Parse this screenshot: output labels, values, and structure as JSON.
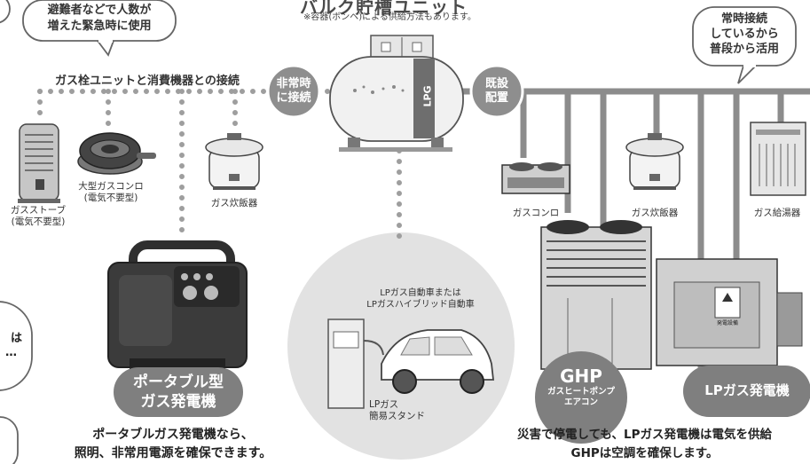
{
  "header": {
    "title": "バルク貯槽ユニット",
    "note": "※容器(ボンベ)による供給方法もあります。"
  },
  "callouts": {
    "emergency": [
      "避難者などで人数が",
      "増えた緊急時に使用"
    ],
    "always": [
      "常時接続",
      "しているから",
      "普段から活用"
    ],
    "left_partial_1": "は",
    "left_partial_2": "…"
  },
  "connection_label": "ガス栓ユニットと消費機器との接続",
  "modes": {
    "emergency": [
      "非常時",
      "に接続"
    ],
    "existing": [
      "既設",
      "配置"
    ]
  },
  "tank_label": "LPG",
  "appliances_left": [
    {
      "label": [
        "ガスストーブ",
        "(電気不要型)"
      ],
      "icon": "gas-heater-icon"
    },
    {
      "label": [
        "大型ガスコンロ",
        "(電気不要型)"
      ],
      "icon": "large-gas-burner-icon"
    },
    {
      "label": [
        "ガス炊飯器"
      ],
      "icon": "rice-cooker-icon"
    }
  ],
  "appliances_right": [
    {
      "label": [
        "ガスコンロ"
      ],
      "icon": "gas-stove-icon"
    },
    {
      "label": [
        "ガス炊飯器"
      ],
      "icon": "rice-cooker-icon"
    },
    {
      "label": [
        "ガス給湯器"
      ],
      "icon": "water-heater-icon"
    }
  ],
  "car_station": {
    "car_label": [
      "LPガス自動車または",
      "LPガスハイブリッド自動車"
    ],
    "stand_label": [
      "LPガス",
      "簡易スタンド"
    ]
  },
  "portable_generator": {
    "badge": [
      "ポータブル型",
      "ガス発電機"
    ],
    "description": [
      "ポータブルガス発電機なら、",
      "照明、非常用電源を確保できます。"
    ]
  },
  "ghp": {
    "badge_main": "GHP",
    "badge_sub": [
      "ガスヒートポンプ",
      "エアコン"
    ]
  },
  "lp_generator": {
    "badge": "LPガス発電機",
    "panel_label": "発電設備"
  },
  "bottom_right_text": [
    "災害で停電しても、LPガス発電機は電気を供給",
    "GHPは空調を確保します。"
  ],
  "colors": {
    "pipe": "#8a8a8a",
    "dots": "#9a9a9a",
    "badge": "#7d7d7d",
    "circle_bg": "#d9d9d9"
  }
}
